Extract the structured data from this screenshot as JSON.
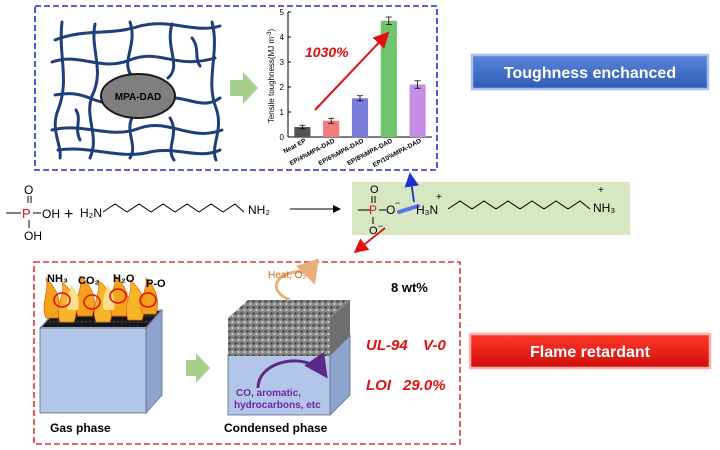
{
  "network": {
    "core_label": "MPA-DAD"
  },
  "chart_data": {
    "type": "bar",
    "categories": [
      "Neat EP",
      "EP/4%MPA-DAD",
      "EP/6%MPA-DAD",
      "EP/8%MPA-DAD",
      "EP/10%MPA-DAD"
    ],
    "values": [
      0.4,
      0.65,
      1.55,
      4.65,
      2.1
    ],
    "errors": [
      0.07,
      0.1,
      0.1,
      0.15,
      0.15
    ],
    "colors": [
      "#545454",
      "#f27b7b",
      "#7a7ad8",
      "#6fc46f",
      "#c48ee6"
    ],
    "ylabel": "Tensile toughness(MJ m",
    "ylabel_sup": "-3",
    "ylabel_close": ")",
    "ylim": [
      0,
      5
    ],
    "yticks": [
      "0",
      "1",
      "2",
      "3",
      "4",
      "5"
    ],
    "annotation": "1030%",
    "grid": false
  },
  "tags": {
    "toughness": "Toughness enchanced",
    "flame": "Flame retardant"
  },
  "reaction": {
    "phosphonic_P": "P",
    "phosphonic_O_top": "O",
    "phosphonic_OH_right": "OH",
    "phosphonic_OH_bottom": "OH",
    "plus": "+",
    "amine_left": "H₂N",
    "amine_right": "NH₂",
    "salt_O_top": "O",
    "salt_P": "P",
    "salt_O_right": "O",
    "salt_minus_1": "−",
    "salt_O_bottom": "O",
    "salt_minus_2": "−",
    "salt_ammonium_left": "H₃N",
    "salt_plus_1": "+",
    "salt_ammonium_right": "NH₃",
    "salt_plus_2": "+"
  },
  "flame": {
    "gas_species": [
      "NH₃",
      "CO₂",
      "H₂O",
      "P-O"
    ],
    "heat_label": "Heat, O₂",
    "condensed_products": [
      "CO, aromatic,",
      "hydrocarbons, etc"
    ],
    "loading": "8 wt%",
    "ul94_label": "UL-94",
    "ul94_value": "V-0",
    "loi_label": "LOI",
    "loi_value": "29.0%",
    "gas_phase_label": "Gas phase",
    "condensed_phase_label": "Condensed phase"
  },
  "colors": {
    "dashed_blue": "#1f2fd6",
    "dashed_red": "#e5322d",
    "chain": "#1f3f7a",
    "green_arrow": "#a8d08d",
    "salt_bg": "#d6e7c2",
    "cube_face": "#b4c6e7",
    "toughness_tag": "#3d6bc4",
    "flame_tag": "#e01010",
    "red_text": "#e01010"
  }
}
